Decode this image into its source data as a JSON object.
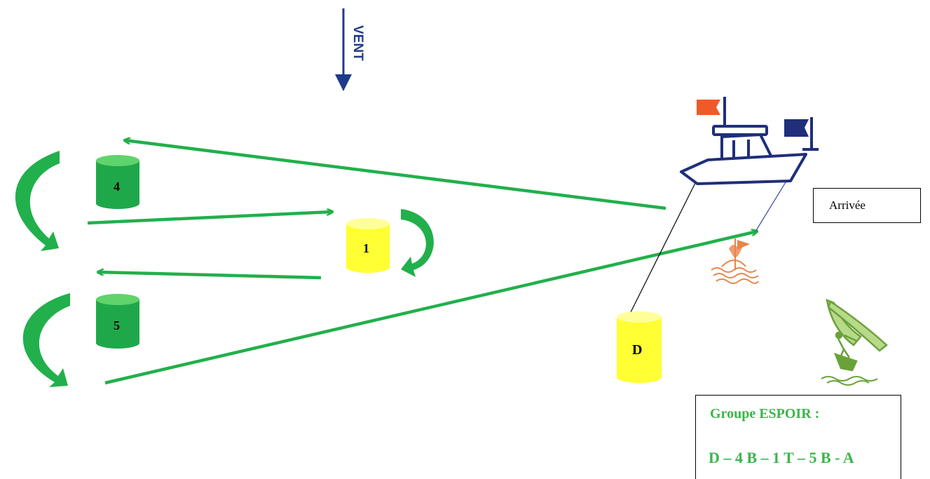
{
  "wind": {
    "label": "VENT",
    "color": "#1f3a8a"
  },
  "buoys": [
    {
      "id": "4",
      "label": "4",
      "color": "green"
    },
    {
      "id": "1",
      "label": "1",
      "color": "yellow"
    },
    {
      "id": "5",
      "label": "5",
      "color": "green"
    },
    {
      "id": "D",
      "label": "D",
      "color": "yellow"
    }
  ],
  "finish": {
    "label": "Arrivée"
  },
  "group": {
    "title": "Groupe ESPOIR :",
    "sequence": "D – 4 B – 1 T – 5 B - A"
  },
  "colors": {
    "course_line": "#21b04b",
    "green_buoy": "#1fa84a",
    "yellow_buoy": "#ffff33",
    "boat": "#1f2f7a",
    "flag_orange": "#f05a28",
    "flag_navy": "#1f2f7a",
    "kitefoiler": "#6aa23a",
    "mark_orange": "#f0a070"
  },
  "icons": [
    "wind-arrow-icon",
    "committee-boat-icon",
    "orange-flag-icon",
    "navy-flag-icon",
    "finish-mark-icon",
    "kitefoil-icon"
  ]
}
